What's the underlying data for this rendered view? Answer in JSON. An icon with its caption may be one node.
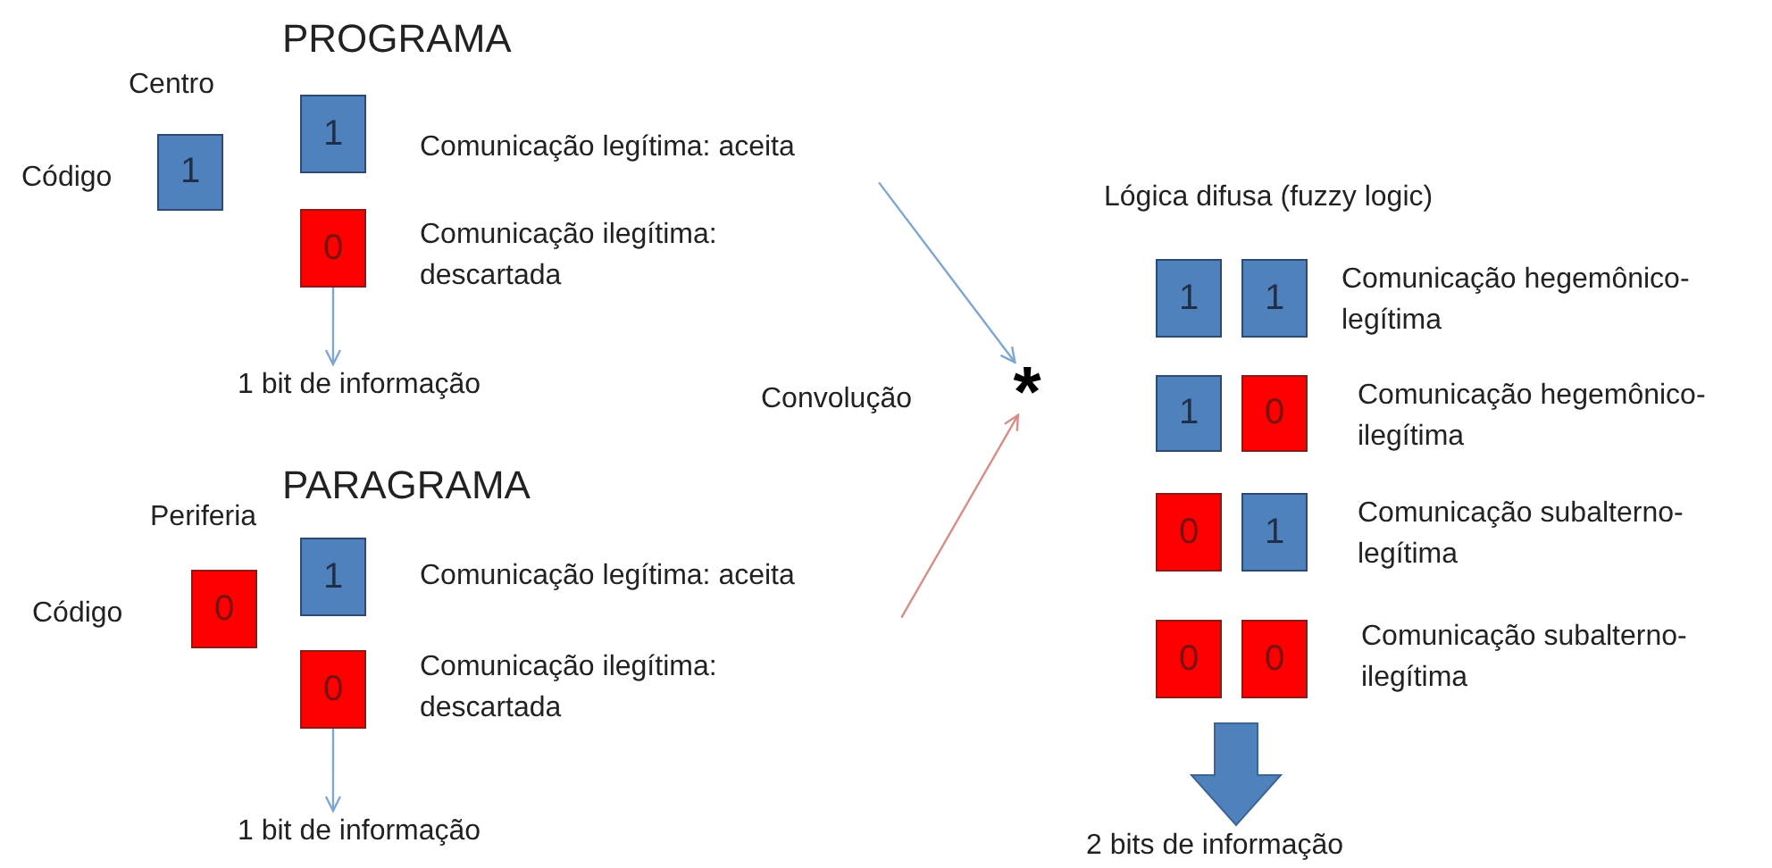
{
  "diagram": {
    "nodes": [
      {
        "text": [
          "1"
        ]
      },
      {
        "text": [
          "1"
        ]
      },
      {
        "text": [
          "0"
        ]
      },
      {
        "text": [
          "1 bit de informação"
        ]
      },
      {
        "text": [
          "Comunicação legítima: aceita"
        ]
      },
      {
        "text": [
          "*"
        ]
      },
      {
        "text": [
          "0"
        ]
      },
      {
        "text": [
          "1"
        ]
      },
      {
        "text": [
          "0"
        ]
      },
      {
        "text": [
          "1 bit de informação"
        ]
      },
      {
        "text": [
          "Comunicação legítima: aceita"
        ]
      },
      {
        "text": [
          "1"
        ]
      },
      {
        "text": [
          "1"
        ]
      },
      {
        "text": [
          "1"
        ]
      },
      {
        "text": [
          "0"
        ]
      },
      {
        "text": [
          "0"
        ]
      },
      {
        "text": [
          "1"
        ]
      },
      {
        "text": [
          "0"
        ]
      },
      {
        "text": [
          "0"
        ]
      },
      {
        "text": [
          "2 bits de informação"
        ]
      }
    ],
    "edges": [
      {
        "from": 2,
        "to": 3,
        "arrow": "to"
      },
      {
        "from": 4,
        "to": 5,
        "arrow": "to"
      },
      {
        "from": 8,
        "to": 9,
        "arrow": "to"
      },
      {
        "from": 10,
        "to": 5,
        "arrow": "to",
        "color": "#d98c84"
      },
      {
        "from": null,
        "to": 19,
        "arrow": "to",
        "style": "thick",
        "color": "#4f81bd"
      }
    ],
    "labels": [
      "PROGRAMA",
      "Centro",
      "Código",
      "Comunicação ilegítima: descartada",
      "Convolução",
      "PARAGRAMA",
      "Periferia",
      "Código",
      "Comunicação ilegítima: descartada",
      "Lógica difusa (fuzzy logic)",
      "Comunicação hegemônico-legítima",
      "Comunicação hegemônico-ilegítima",
      "Comunicação subalterno-legítima",
      "Comunicação subalterno-ilegítima"
    ]
  }
}
